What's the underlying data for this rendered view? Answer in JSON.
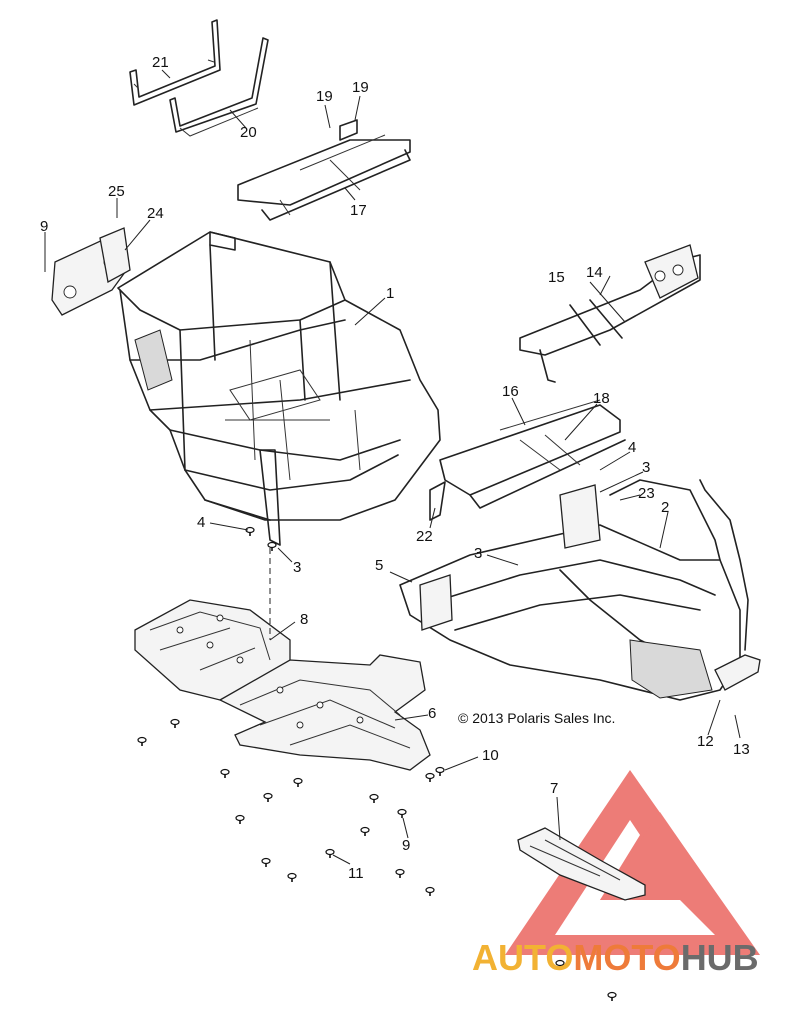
{
  "diagram": {
    "copyright": "© 2013 Polaris Sales Inc.",
    "callouts": [
      "1",
      "2",
      "3",
      "3",
      "3",
      "4",
      "4",
      "5",
      "6",
      "7",
      "8",
      "9",
      "9",
      "10",
      "11",
      "12",
      "13",
      "14",
      "15",
      "16",
      "17",
      "18",
      "19",
      "19",
      "20",
      "21",
      "22",
      "23",
      "24",
      "25"
    ]
  },
  "watermark": {
    "part1": "AUTO",
    "part2": "MOTO",
    "part3": "HUB",
    "colors": {
      "triangle": "#e8514a",
      "auto": "#f2b233",
      "moto": "#ee7b3a",
      "hub": "#6b6b6b"
    }
  }
}
